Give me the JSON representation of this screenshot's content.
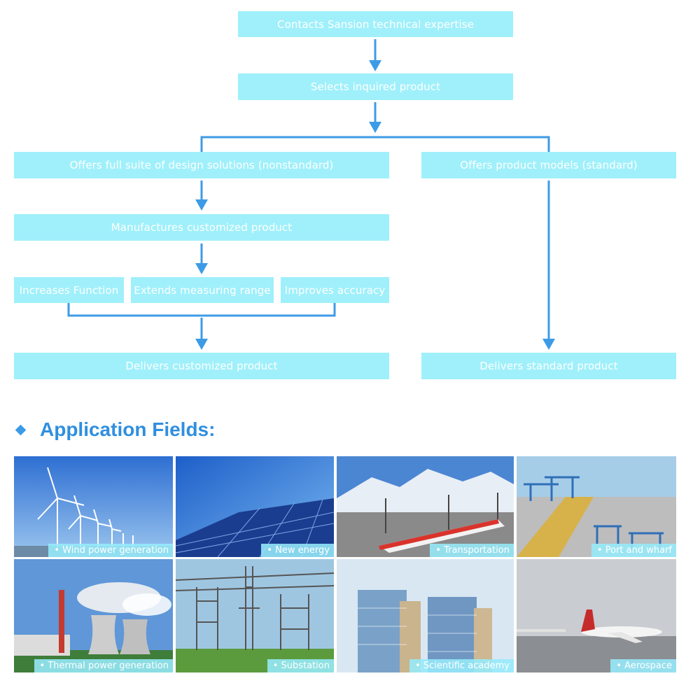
{
  "flowchart": {
    "contacts": "Contacts Sansion technical expertise",
    "selects": "Selects inquired product",
    "offers_design": "Offers full suite of design solutions (nonstandard)",
    "offers_models": "Offers product models (standard)",
    "manufactures": "Manufactures customized product",
    "increases": "Increases Function",
    "extends": "Extends measuring range",
    "improves": "Improves accuracy",
    "delivers_custom": "Delivers customized product",
    "delivers_standard": "Delivers standard product"
  },
  "application": {
    "title": "Application Fields:",
    "tiles": [
      {
        "caption": "• Wind power generation",
        "icon": "wind-turbine-photo"
      },
      {
        "caption": "• New energy",
        "icon": "solar-panel-photo"
      },
      {
        "caption": "• Transportation",
        "icon": "high-speed-train-photo"
      },
      {
        "caption": "• Port and wharf",
        "icon": "container-port-photo"
      },
      {
        "caption": "• Thermal power generation",
        "icon": "power-plant-photo"
      },
      {
        "caption": "• Substation",
        "icon": "substation-photo"
      },
      {
        "caption": "• Scientific academy",
        "icon": "office-building-photo"
      },
      {
        "caption": "• Aerospace",
        "icon": "airplane-photo"
      }
    ]
  },
  "colors": {
    "box": "#9ff0fb",
    "connector": "#3d9be6",
    "title": "#2f8fdf"
  }
}
